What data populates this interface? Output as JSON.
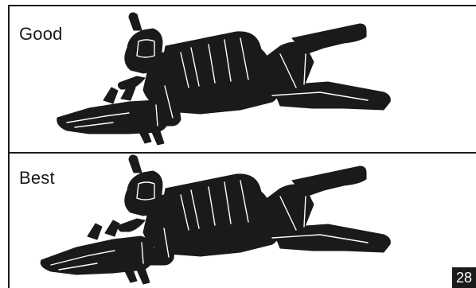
{
  "panels": [
    {
      "label": "Good"
    },
    {
      "label": "Best"
    }
  ],
  "page_number": "28",
  "colors": {
    "ink": "#1a1a1a",
    "background": "#ffffff",
    "highlight": "#ffffff"
  }
}
